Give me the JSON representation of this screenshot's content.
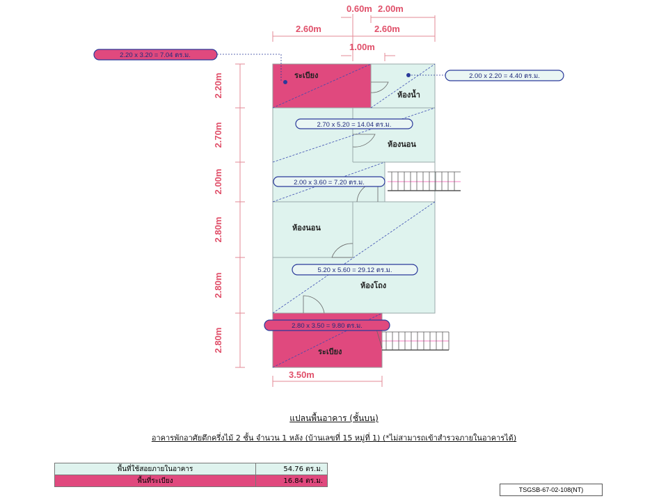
{
  "dimensions": {
    "top_row1": [
      "0.60m",
      "2.00m"
    ],
    "top_row2": [
      "2.60m",
      "2.60m"
    ],
    "top_row3": "1.00m",
    "left": [
      "2.20m",
      "2.70m",
      "2.00m",
      "2.80m",
      "2.80m",
      "2.80m"
    ],
    "bottom": "3.50m"
  },
  "rooms": {
    "balcony_top": "ระเบียง",
    "bathroom": "ห้องน้ำ",
    "bedroom1": "ห้องนอน",
    "bedroom2": "ห้องนอน",
    "hall": "ห้องโถง",
    "balcony_bottom": "ระเบียง"
  },
  "areas": {
    "balcony_top": "2.20 x 3.20 = 7.04 ตร.ม.",
    "bathroom": "2.00 x 2.20 = 4.40 ตร.ม.",
    "bedroom1": "2.70 x 5.20 = 14.04 ตร.ม.",
    "corridor": "2.00 x 3.60 = 7.20 ตร.ม.",
    "hall": "5.20 x 5.60 = 29.12 ตร.ม.",
    "balcony_bottom": "2.80 x 3.50 = 9.80 ตร.ม."
  },
  "title": "แปลนพื้นอาคาร (ชั้นบน)",
  "subtitle": "อาคารพักอาศัยตึกครึ่งไม้ 2 ชั้น จำนวน 1 หลัง (บ้านเลขที่ 15 หมู่ที่ 1) (*ไม่สามารถเข้าสำรวจภายในอาคารได้)",
  "summary": [
    {
      "label": "พื้นที่ใช้สอยภายในอาคาร",
      "value": "54.76 ตร.ม."
    },
    {
      "label": "พื้นที่ระเบียง",
      "value": "16.84 ตร.ม."
    }
  ],
  "code": "TSGSB-67-02-108(NT)",
  "colors": {
    "interior": "#dff3ee",
    "balcony": "#e0497e",
    "dim": "#e0506a",
    "pill_border": "#2a3a9a"
  }
}
